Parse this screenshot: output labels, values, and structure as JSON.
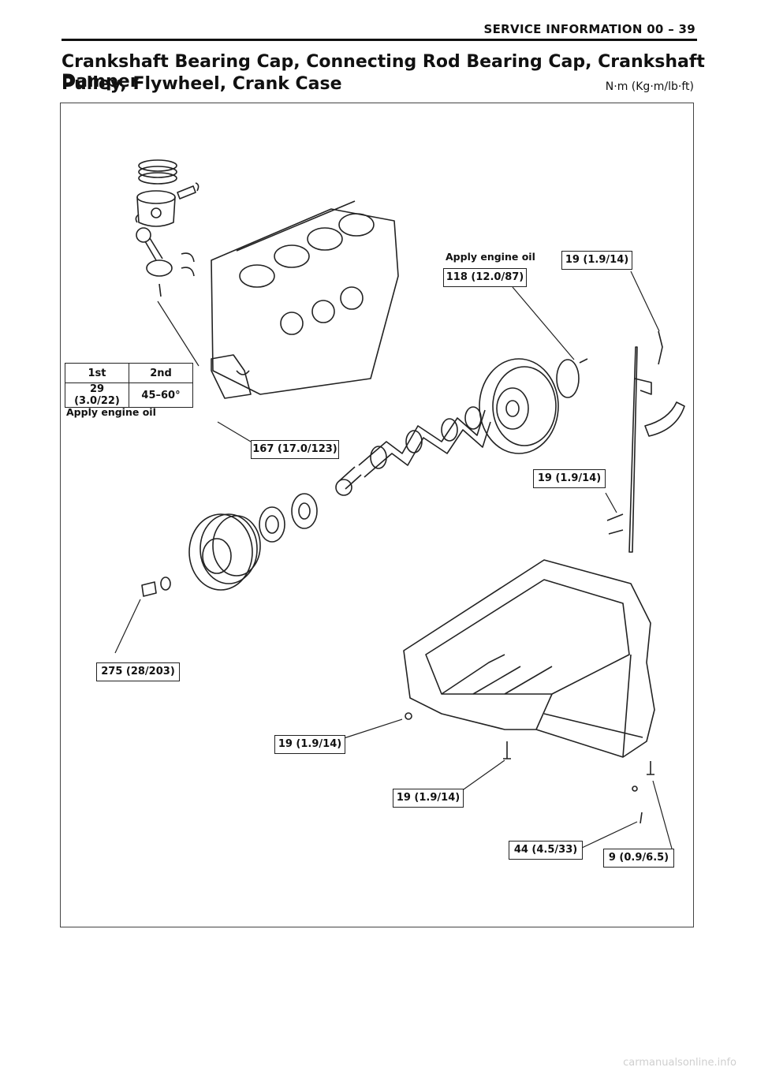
{
  "header": {
    "section": "SERVICE INFORMATION 00 – 39"
  },
  "title": {
    "line1": "Crankshaft Bearing Cap, Connecting Rod Bearing Cap, Crankshaft Damper",
    "line2": "Pulley, Flywheel, Crank Case",
    "units": "N·m (Kg·m/lb·ft)"
  },
  "torque_table": {
    "headers": [
      "1st",
      "2nd"
    ],
    "values": [
      "29 (3.0/22)",
      "45–60°"
    ],
    "note": "Apply engine oil"
  },
  "callouts": {
    "c167": "167 (17.0/123)",
    "c118": "118 (12.0/87)",
    "c118_note": "Apply engine oil",
    "c19_top": "19 (1.9/14)",
    "c19_mid": "19 (1.9/14)",
    "c275": "275 (28/203)",
    "c19_pan1": "19 (1.9/14)",
    "c19_pan2": "19 (1.9/14)",
    "c44": "44 (4.5/33)",
    "c9": "9 (0.9/6.5)"
  },
  "footer": {
    "watermark": "carmanualsonline.info"
  }
}
